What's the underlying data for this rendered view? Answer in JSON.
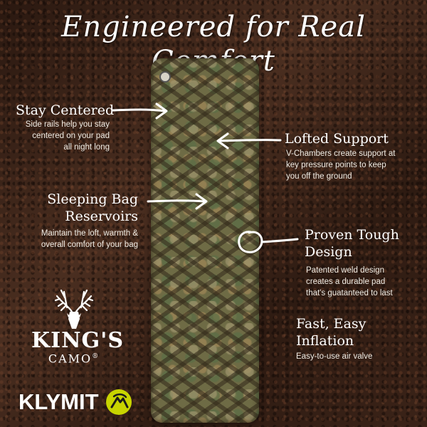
{
  "headline": "Engineered for Real Comfort",
  "features": {
    "stay_centered": {
      "title": "Stay Centered",
      "desc": [
        "Side rails help you stay",
        "centered on your pad",
        "all night long"
      ]
    },
    "lofted_support": {
      "title": "Lofted Support",
      "desc": [
        "V-Chambers create support at",
        "key pressure points to keep",
        "you off the ground"
      ]
    },
    "sleeping_bag": {
      "title": [
        "Sleeping Bag",
        "Reservoirs"
      ],
      "desc": [
        "Maintain the loft, warmth &",
        "overall comfort of your bag"
      ]
    },
    "proven_tough": {
      "title": [
        "Proven Tough",
        "Design"
      ],
      "desc": [
        "Patented weld design",
        "creates a durable pad",
        "that's guatanteed to last"
      ]
    },
    "fast_inflation": {
      "title": [
        "Fast, Easy",
        "Inflation"
      ],
      "desc": [
        "Easy-to-use air valve"
      ]
    }
  },
  "logos": {
    "kings": "KING'S",
    "camo": "CAMO",
    "camo_mark": "®",
    "klymit": "KLYMIT"
  },
  "colors": {
    "text": "#ffffff",
    "klymit_accent": "#c8d400"
  }
}
